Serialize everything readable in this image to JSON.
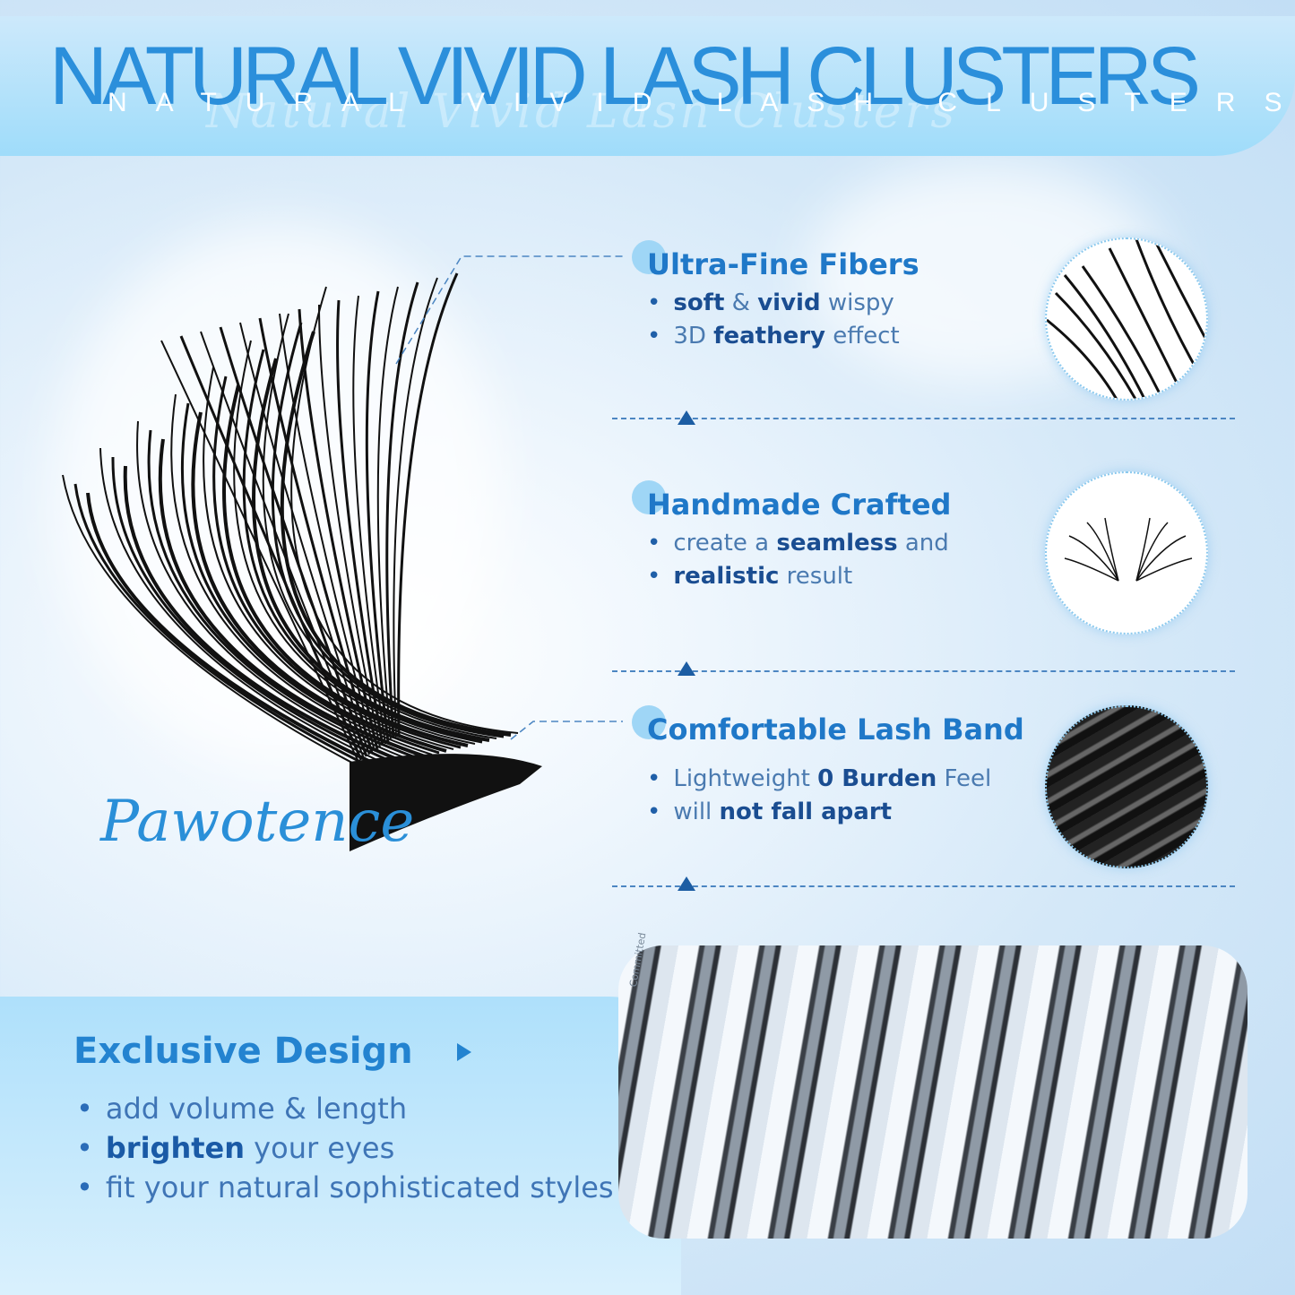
{
  "header": {
    "title": "NATURAL VIVID LASH CLUSTERS",
    "subtitle": "NATURAL VIVID LASH CLUSTERS",
    "script_watermark": "Natural Vivid Lash Clusters"
  },
  "brand": {
    "signature": "Pawotence"
  },
  "features": [
    {
      "heading": "Ultra-Fine Fibers",
      "bullets": [
        [
          {
            "b": "soft"
          },
          {
            "t": " & "
          },
          {
            "b": "vivid"
          },
          {
            "t": " wispy"
          }
        ],
        [
          {
            "t": "3D "
          },
          {
            "b": "feathery"
          },
          {
            "t": " effect"
          }
        ]
      ]
    },
    {
      "heading": "Handmade Crafted",
      "bullets": [
        [
          {
            "t": "create a "
          },
          {
            "b": "seamless"
          },
          {
            "t": " and"
          }
        ],
        [
          {
            "b": "realistic"
          },
          {
            "t": " result"
          }
        ]
      ]
    },
    {
      "heading": "Comfortable Lash Band",
      "bullets": [
        [
          {
            "t": "Lightweight "
          },
          {
            "b": "0 Burden"
          },
          {
            "t": " Feel"
          }
        ],
        [
          {
            "t": "will "
          },
          {
            "b": "not fall apart"
          }
        ]
      ]
    }
  ],
  "exclusive": {
    "heading": "Exclusive Design",
    "bullets": [
      [
        {
          "t": "add volume & length"
        }
      ],
      [
        {
          "b": "brighten"
        },
        {
          "t": " your eyes"
        }
      ],
      [
        {
          "t": "fit your natural sophisticated styles"
        }
      ]
    ]
  },
  "tray": {
    "label": "Committed"
  },
  "colors": {
    "accent": "#2383d0",
    "banner": "#9fdcfa",
    "dark_text": "#1a4d91"
  }
}
